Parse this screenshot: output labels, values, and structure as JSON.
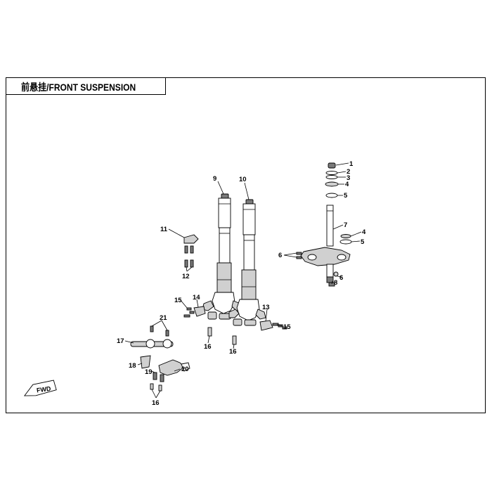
{
  "title": "前悬挂/FRONT SUSPENSION",
  "direction_badge": "FWD",
  "callouts": [
    "1",
    "2",
    "3",
    "4",
    "5",
    "4",
    "5",
    "6",
    "6",
    "7",
    "8",
    "9",
    "10",
    "11",
    "12",
    "13",
    "14",
    "15",
    "15",
    "16",
    "16",
    "16",
    "17",
    "18",
    "19",
    "20",
    "21"
  ],
  "colors": {
    "line": "#000000",
    "part_fill": "#d0d0d0",
    "dark_fill": "#7a7a7a",
    "background": "#ffffff"
  }
}
